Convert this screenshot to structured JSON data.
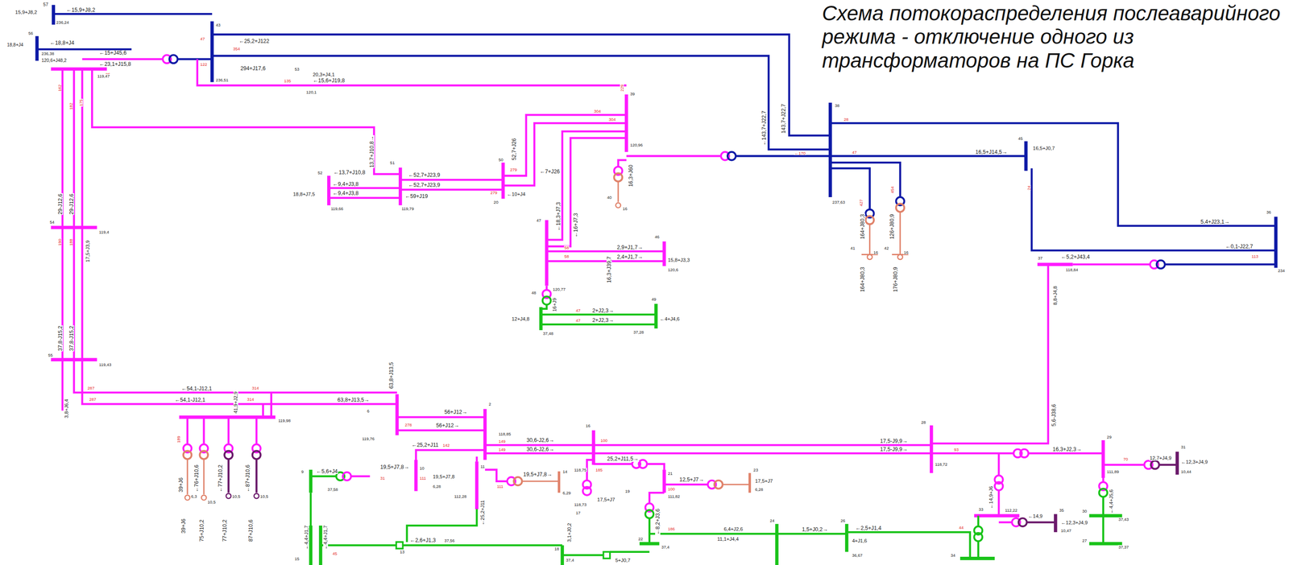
{
  "diagram": {
    "title": "Схема потокораспределения послеаварийного режима - отключение одного из трансформаторов на ПС Горка",
    "labels": [
      "57",
      "15,9+J8,2",
      "←15,9+J8,2",
      "236,24",
      "43",
      "←25,2+J122",
      "47",
      "354",
      "56",
      "18,8+J4",
      "←18,8+J4",
      "236,38",
      "120,6+J48,2",
      "←15+J45,6",
      "←23,1+J15,8",
      "122",
      "294+J17,6",
      "236,51",
      "85",
      "53",
      "20,3+J4,1",
      "←15,6+J19,8",
      "135",
      "120,1",
      "119,47",
      "162",
      "182",
      "175",
      "13,7+J10,8→",
      "52",
      "51",
      "←13,7+J10,8",
      "←9,4+J3,8",
      "←9,4+J3,8",
      "←52,7+J23,9",
      "←52,7+J23,9",
      "18,8+J7,5",
      "←59+J19",
      "119,66",
      "119,79",
      "50",
      "52,7+J26",
      "←10+J4",
      "20",
      "←7+J26",
      "279",
      "279",
      "39",
      "120,96",
      "304",
      "304",
      "229",
      "16,3+J60",
      "40",
      "16",
      "47",
      "←18,3+J7,3",
      "←16+J7,3",
      "58",
      "58",
      "2,9+J1,7→",
      "2,4+J1,7→",
      "46",
      "15,8+J3,3",
      "120,6",
      "16,3+J39,7",
      "120,77",
      "48",
      "16+J9",
      "49",
      "47",
      "47",
      "2+J2,3→",
      "2+J2,3→",
      "12+J4,8",
      "←4+J4,6",
      "37,48",
      "37,28",
      "38",
      "←143,7+J22,7",
      "143,7+J22,7",
      "28",
      "←170",
      "47",
      "237,63",
      "16,5+J14,5→",
      "45",
      "16,5+J0,7",
      "5,4+J23,1→",
      "36",
      "←0,1-J22,7",
      "234",
      "113",
      "←5,2+J43,4",
      "37",
      "118,84",
      "8,8+J4,8",
      "41",
      "42",
      "164+J80,3",
      "126+J80,9",
      "164+J80,3",
      "176+J80,9",
      "427",
      "454",
      "16",
      "16",
      "24",
      "54",
      "119,4",
      "29-J12,6",
      "29-J12,6",
      "17,5+J3,9",
      "190",
      "188",
      "37,8-J15,2",
      "37,8-J15,2",
      "55",
      "119,43",
      "3,8+J6,4",
      "←54,1-J12,1",
      "←54,1-J12,1",
      "41,9+J2,9",
      "287",
      "287",
      "314",
      "314",
      "119,98",
      "189",
      "39+J6",
      "←76+J10,6",
      "←77+J10,2",
      "←87+J10,6",
      "6,3",
      "10,5",
      "10,5",
      "10,5",
      "39+J6",
      "75+J10,2",
      "77+J10,2",
      "87+J10,6",
      "6",
      "119,76",
      "63,8+J13,5→",
      "63,8+J13,5",
      "278",
      "56+J12→",
      "56+J12→",
      "118,85",
      "2",
      "←25,2+J11",
      "142",
      "19,5+J7,8→",
      "10",
      "19,5+J7,8",
      "6,28",
      "111",
      "31",
      "9",
      "←5,6+J4",
      "37,58",
      "11",
      "112,28",
      "←25,2+J11",
      "30,6-J2,6→",
      "30,6-J2,6→",
      "16",
      "100",
      "149",
      "149",
      "118,75",
      "19,5+J7,8→",
      "14",
      "6,29",
      "111",
      "185",
      "25,2+J11,5→",
      "21",
      "12,5+J7→",
      "100",
      "23",
      "17,5+J7",
      "111,82",
      "6,28",
      "17,5+J7",
      "19",
      "118,73",
      "17",
      "←8,2+J3,6",
      "3,1+J0,2",
      "18",
      "37,4",
      "22",
      "37,4",
      "←2,6+J1,3",
      "13",
      "37,56",
      "186",
      "5+J0,7",
      "28",
      "17,5-J9,9→",
      "17,5-J9,9→",
      "118,72",
      "93",
      "29",
      "16,3+J2,3→",
      "70",
      "111,89",
      "12,7+J4,9",
      "31",
      "←12,3+J4,9",
      "10,44",
      "5,6-J38,6",
      "←14,9+J6",
      "112,22",
      "33",
      "←14,9",
      "35",
      "←12,3+J4,9",
      "10,47",
      "30",
      "←4,4+J5,6",
      "37,43",
      "27",
      "37,37",
      "1,5+J0,2→",
      "26",
      "←2,5+J1,4",
      "24",
      "6,4+J2,6",
      "11,1+J4,4",
      "4+J1,6",
      "36,67",
      "44",
      "34",
      "←4,4+J1,7",
      "←4,4+J1,7",
      "15",
      "45"
    ]
  }
}
